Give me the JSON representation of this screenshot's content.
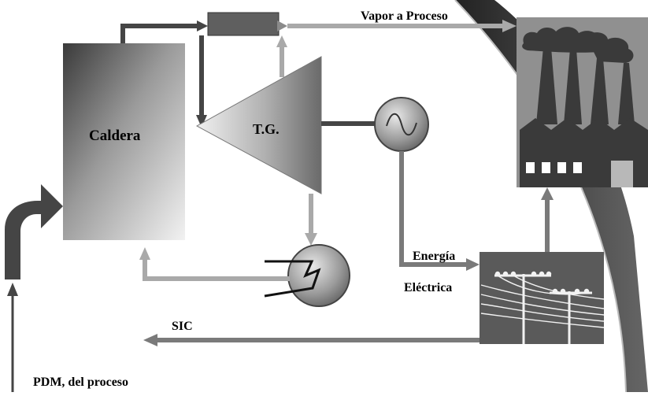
{
  "labels": {
    "boiler": "Caldera",
    "turbine": "T.G.",
    "steam_to_process": "Vapor a Proceso",
    "energy_line1": "Energía",
    "energy_line2": "Eléctrica",
    "grid": "SIC",
    "fuel": "PDM, del proceso"
  },
  "colors": {
    "dark_flow": "#454545",
    "light_flow": "#a9a9a9",
    "medium_flow": "#7a7a7a",
    "factory": "#909090",
    "grid_box": "#5a5a5a"
  },
  "icons": {
    "generator": "sine-wave-icon",
    "condenser": "condenser-icon",
    "factory": "factory-icon",
    "grid": "power-lines-icon"
  }
}
